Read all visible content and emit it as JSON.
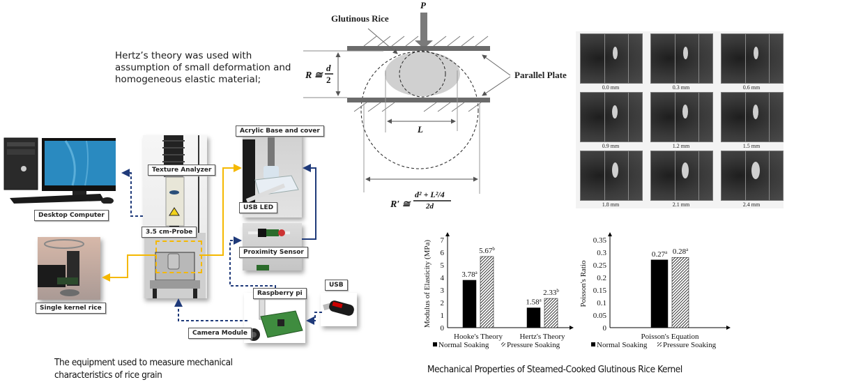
{
  "notes": {
    "hertz_note": [
      "Hertz’s theory was used with",
      "assumption of small deformation and",
      "homogeneous elastic material;"
    ]
  },
  "captions": {
    "equipment": [
      "The equipment used to measure mechanical",
      "characteristics of rice grain"
    ],
    "properties": "Mechanical Properties of Steamed-Cooked Glutinous Rice Kernel"
  },
  "equipment_labels": {
    "desktop": "Desktop Computer",
    "texture_analyzer": "Texture Analyzer",
    "probe": "3.5 cm-Probe",
    "single_kernel": "Single kernel rice",
    "acrylic": "Acrylic Base and cover",
    "usb_led": "USB LED",
    "proximity": "Proximity Sensor",
    "raspberry": "Raspberry pi",
    "usb": "USB",
    "camera": "Camera Module"
  },
  "diagram": {
    "force_label": "P",
    "rice_label": "Glutinous Rice",
    "plate_label": "Parallel Plate",
    "r_formula_lhs": "R ≅",
    "r_formula_num": "d",
    "r_formula_den": "2",
    "l_label": "L",
    "rprime_lhs": "R′ ≅",
    "rprime_num": "d² + L²/4",
    "rprime_den": "2d"
  },
  "compression_frames": [
    {
      "label": "0.0 mm"
    },
    {
      "label": "0.3 mm"
    },
    {
      "label": "0.6 mm"
    },
    {
      "label": "0.9 mm"
    },
    {
      "label": "1.2 mm"
    },
    {
      "label": "1.5 mm"
    },
    {
      "label": "1.8 mm"
    },
    {
      "label": "2.1 mm"
    },
    {
      "label": "2.4 mm"
    }
  ],
  "colors": {
    "normal": "#000000",
    "pressure_hatch": "#000000",
    "yellow_link": "#f5b800",
    "blue_link": "#1f3a7a",
    "plate": "#6b6b6b",
    "grain": "#d0d0d0"
  },
  "chart_data": [
    {
      "type": "bar",
      "title": "",
      "ylabel": "Modulus of Elasticity (MPa)",
      "xlabel": "",
      "categories": [
        "Hooke's Theory",
        "Hertz's Theory"
      ],
      "series": [
        {
          "name": "Normal Soaking",
          "values": [
            3.78,
            1.58
          ],
          "labels": [
            "3.78",
            "1.58"
          ],
          "superscripts": [
            "a",
            "a"
          ],
          "style": "solid"
        },
        {
          "name": "Pressure Soaking",
          "values": [
            5.67,
            2.33
          ],
          "labels": [
            "5.67",
            "2.33"
          ],
          "superscripts": [
            "b",
            "b"
          ],
          "style": "hatched"
        }
      ],
      "ylim": [
        0,
        7
      ],
      "yticks": [
        "0",
        "1",
        "2",
        "3",
        "4",
        "5",
        "6",
        "7"
      ],
      "grid": false,
      "legend": "bottom"
    },
    {
      "type": "bar",
      "title": "",
      "ylabel": "Poisson's Ratio",
      "xlabel": "",
      "categories": [
        "Poisson's Equation"
      ],
      "series": [
        {
          "name": "Normal Soaking",
          "values": [
            0.27
          ],
          "labels": [
            "0.27"
          ],
          "superscripts": [
            "a"
          ],
          "style": "solid"
        },
        {
          "name": "Pressure Soaking",
          "values": [
            0.28
          ],
          "labels": [
            "0.28"
          ],
          "superscripts": [
            "a"
          ],
          "style": "hatched"
        }
      ],
      "ylim": [
        0,
        0.35
      ],
      "yticks": [
        "0",
        "0.05",
        "0.1",
        "0.15",
        "0.2",
        "0.25",
        "0.3",
        "0.35"
      ],
      "grid": false,
      "legend": "bottom"
    }
  ]
}
